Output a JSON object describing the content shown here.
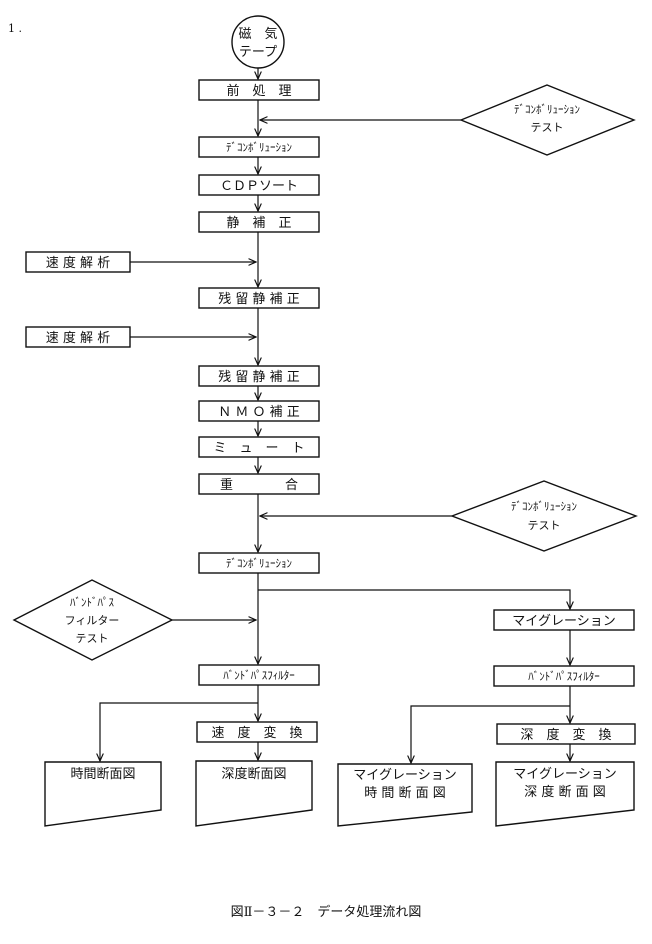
{
  "page_mark": "1 .",
  "caption": "図Ⅱ－３－２　データ処理流れ図",
  "nodes": {
    "tape": [
      "磁　気",
      "テープ"
    ],
    "preprocess": "前　処　理",
    "decon_test_1": [
      "ﾃﾞｺﾝﾎﾞﾘｭｰｼｮﾝ",
      "テスト"
    ],
    "decon_1": "ﾃﾞｺﾝﾎﾞﾘｭｰｼｮﾝ",
    "cdp_sort": "ＣＤＰソート",
    "static_corr": "静　補　正",
    "vel_analysis_1": "速 度 解 析",
    "residual_static_1": "残 留 静 補 正",
    "vel_analysis_2": "速 度 解 析",
    "residual_static_2": "残 留 静 補 正",
    "nmo_corr": "Ｎ Ｍ Ｏ 補 正",
    "mute": "ミ　ュ　ー　ト",
    "stack": "重　　　　合",
    "decon_test_2": [
      "ﾃﾞｺﾝﾎﾞﾘｭｰｼｮﾝ",
      "テスト"
    ],
    "decon_2": "ﾃﾞｺﾝﾎﾞﾘｭｰｼｮﾝ",
    "bpf_test": [
      "ﾊﾞﾝﾄﾞﾊﾟｽ",
      "フィルター",
      "テスト"
    ],
    "bpf_1": "ﾊﾞﾝﾄﾞﾊﾟｽﾌｨﾙﾀｰ",
    "migration": "マイグレーション",
    "bpf_2": "ﾊﾞﾝﾄﾞﾊﾟｽﾌｨﾙﾀｰ",
    "vel_conv_1": "速　度　変　換",
    "vel_conv_2": "深　度　変　換",
    "out_time": "時間断面図",
    "out_depth": "深度断面図",
    "out_mig_time": [
      "マイグレーション",
      "時 間 断 面 図"
    ],
    "out_mig_depth": [
      "マイグレーション",
      "深 度 断 面 図"
    ]
  }
}
